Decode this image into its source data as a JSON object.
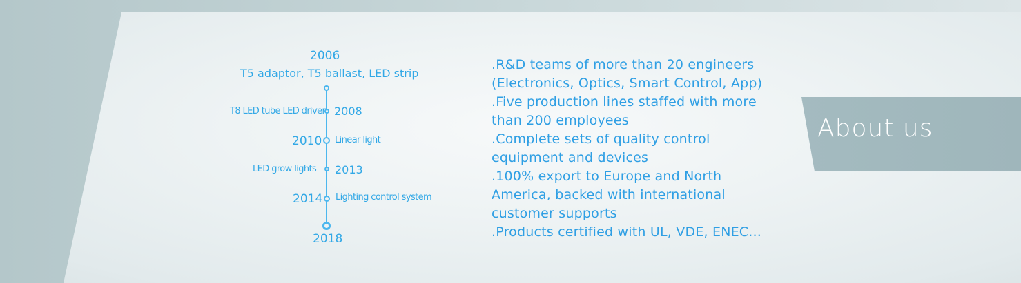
{
  "timeline": {
    "top": {
      "year": "2006",
      "label": "T5 adaptor, T5 ballast, LED strip"
    },
    "entries": [
      {
        "year": "2008",
        "label": "T8 LED tube  LED driver"
      },
      {
        "year": "2010",
        "label": "Linear light"
      },
      {
        "year": "2013",
        "label": "LED grow  lights"
      },
      {
        "year": "2014",
        "label": "Lighting control system"
      }
    ],
    "end_year": "2018"
  },
  "features": [
    ".R&D teams of more than 20 engineers",
    "(Electronics, Optics, Smart Control, App)",
    ".Five production lines staffed with more",
    "than 200 employees",
    ".Complete sets of quality control",
    "equipment and devices",
    ".100% export to Europe and North",
    "America, backed with international",
    "customer supports",
    ".Products certified with UL, VDE, ENEC..."
  ],
  "about": {
    "label": "About us"
  },
  "colors": {
    "accent": "#32a8e6",
    "line": "#4cb7ee",
    "panel": "#eef3f4",
    "tag": "#a9c0c5",
    "tag_text": "#ffffff"
  }
}
